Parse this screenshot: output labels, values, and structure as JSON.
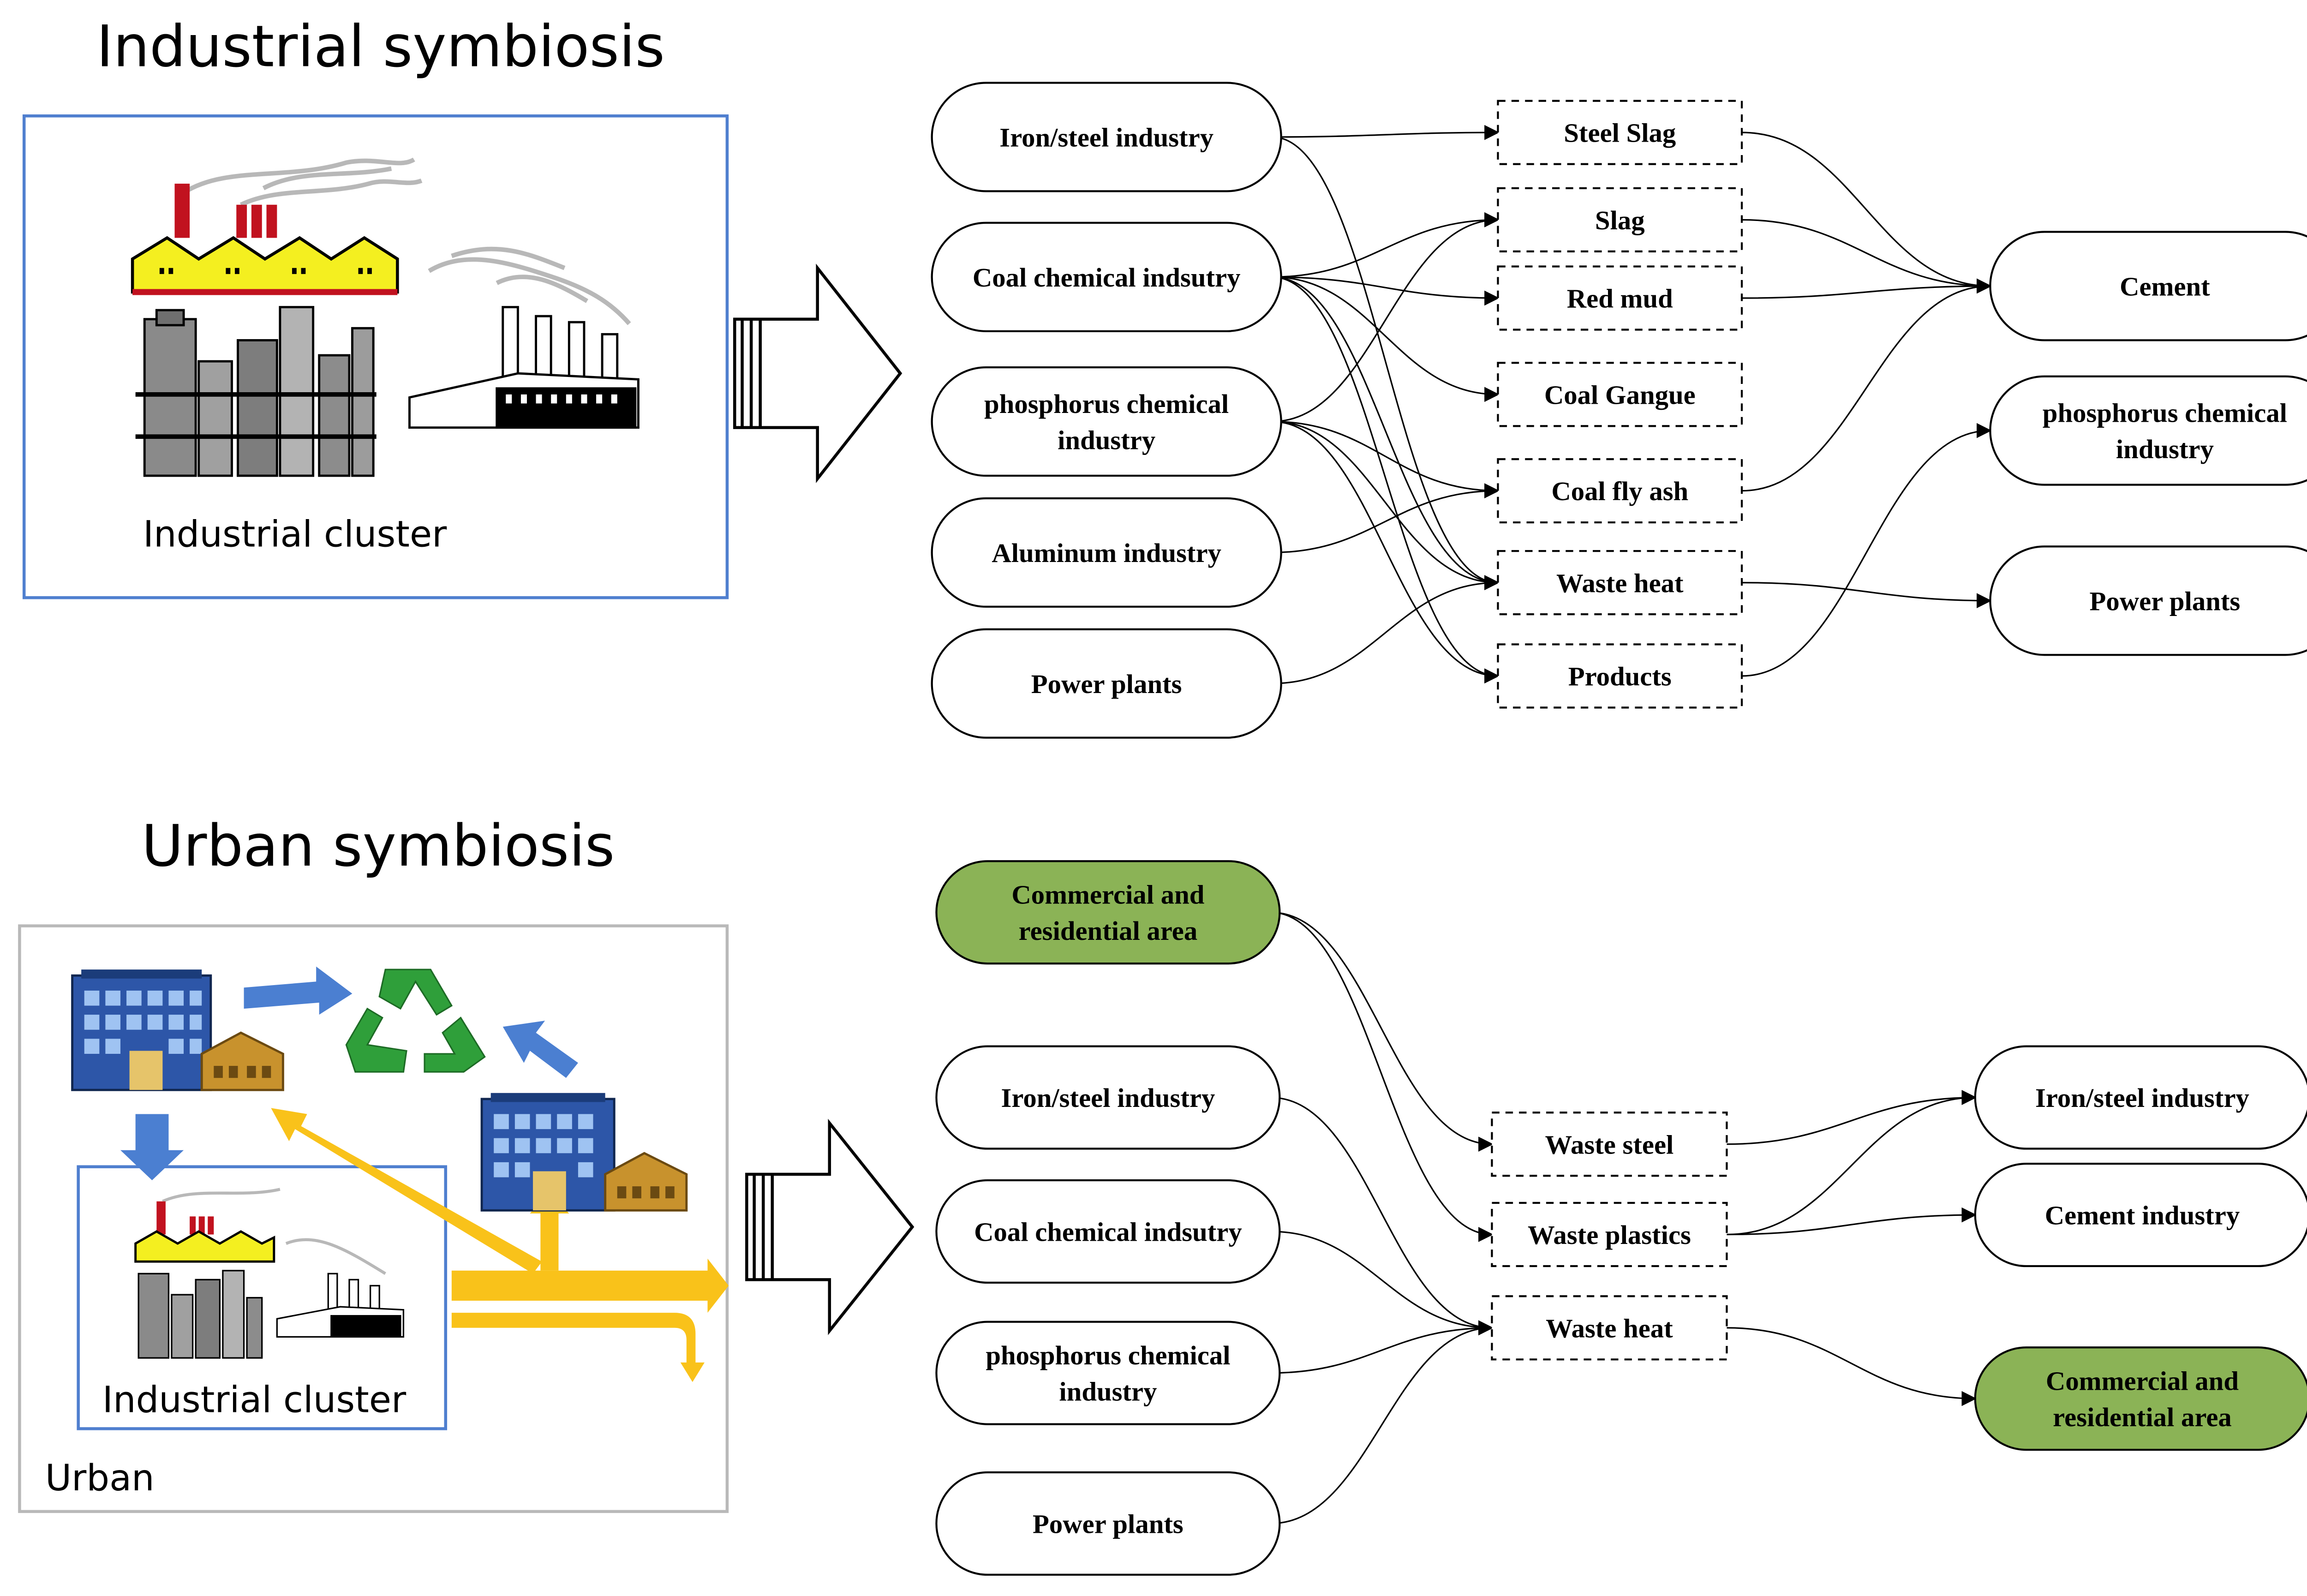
{
  "industrial": {
    "title": "Industrial symbiosis",
    "cluster_label": "Industrial cluster",
    "sources": [
      "Iron/steel industry",
      "Coal chemical indsutry",
      "phosphorus chemical industry",
      "Aluminum industry",
      "Power plants"
    ],
    "materials": [
      "Steel Slag",
      "Slag",
      "Red mud",
      "Coal Gangue",
      "Coal fly ash",
      "Waste heat",
      "Products"
    ],
    "targets": [
      "Cement",
      "phosphorus chemical industry",
      "Power plants"
    ],
    "links_source_to_material": [
      [
        0,
        0
      ],
      [
        0,
        5
      ],
      [
        1,
        1
      ],
      [
        1,
        2
      ],
      [
        1,
        3
      ],
      [
        1,
        5
      ],
      [
        1,
        6
      ],
      [
        2,
        1
      ],
      [
        2,
        4
      ],
      [
        2,
        5
      ],
      [
        2,
        6
      ],
      [
        3,
        4
      ],
      [
        4,
        5
      ]
    ],
    "links_material_to_target": [
      [
        0,
        0
      ],
      [
        1,
        0
      ],
      [
        2,
        0
      ],
      [
        4,
        0
      ],
      [
        6,
        1
      ],
      [
        5,
        2
      ]
    ]
  },
  "urban": {
    "title": "Urban symbiosis",
    "cluster_label": "Industrial cluster",
    "urban_label": "Urban",
    "sources": [
      "Commercial and residential area",
      "Iron/steel industry",
      "Coal chemical indsutry",
      "phosphorus chemical industry",
      "Power plants"
    ],
    "materials": [
      "Waste steel",
      "Waste plastics",
      "Waste heat"
    ],
    "targets": [
      "Iron/steel industry",
      "Cement industry",
      "Commercial and residential area"
    ],
    "links_source_to_material": [
      [
        0,
        0
      ],
      [
        0,
        1
      ],
      [
        1,
        2
      ],
      [
        2,
        2
      ],
      [
        3,
        2
      ],
      [
        4,
        2
      ]
    ],
    "links_material_to_target": [
      [
        0,
        0
      ],
      [
        1,
        0
      ],
      [
        1,
        1
      ],
      [
        2,
        2
      ]
    ]
  },
  "colors": {
    "green_node": "#8bb356",
    "panel_border": "#4f7fcf",
    "flow_arrow": "#f9c21a",
    "blue_arrow": "#4b7fd1",
    "building": "#2d56a8",
    "factory_yellow": "#f4ef20",
    "recycle_green": "#2f9f3a"
  }
}
